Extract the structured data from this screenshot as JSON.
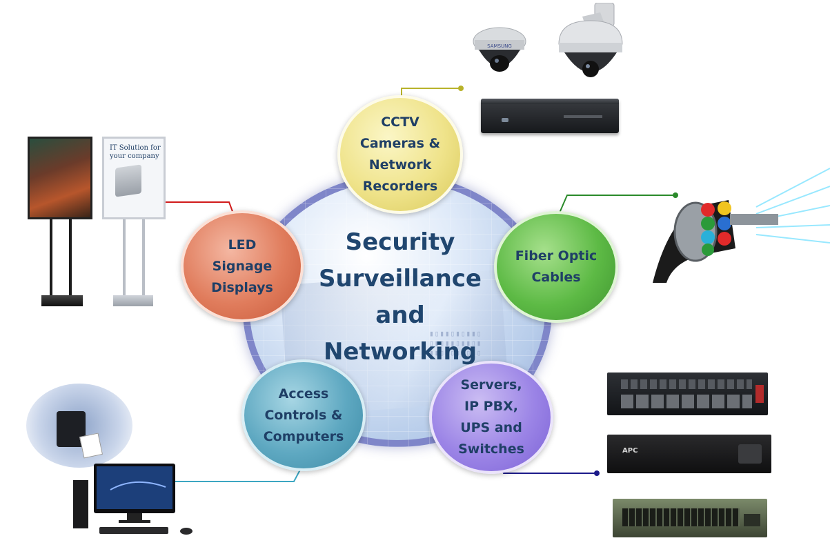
{
  "center": {
    "lines": [
      "Security",
      "Surveillance",
      "and",
      "Networking"
    ]
  },
  "nodes": {
    "cctv": {
      "lines": [
        "CCTV",
        "Cameras &",
        "Network",
        "Recorders"
      ]
    },
    "led": {
      "lines": [
        "LED",
        "Signage",
        "Displays"
      ]
    },
    "fiber": {
      "lines": [
        "Fiber Optic",
        "Cables"
      ]
    },
    "access": {
      "lines": [
        "Access",
        "Controls &",
        "Computers"
      ]
    },
    "servers": {
      "lines": [
        "Servers,",
        "IP PBX,",
        "UPS and",
        "Switches"
      ]
    }
  },
  "devices": {
    "signage_text": [
      "IT Solution for",
      "your company"
    ],
    "dome_brand": "SAMSUNG",
    "ups_brand": "APC"
  },
  "colors": {
    "cctv_line": "#b8b22a",
    "led_line": "#d11a1a",
    "fiber_line": "#2a8a2a",
    "access_line": "#3ba6c2",
    "servers_line": "#1c1a8a",
    "title": "#20466f"
  }
}
